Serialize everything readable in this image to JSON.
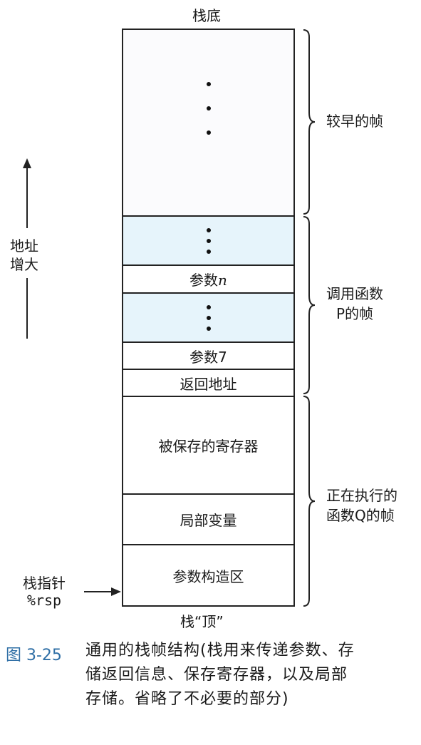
{
  "stack_labels": {
    "bottom": "栈底",
    "top": "栈“顶”",
    "address_growth_line1": "地址",
    "address_growth_line2": "增大",
    "stack_pointer_line1": "栈指针",
    "stack_pointer_line2": "%rsp"
  },
  "cells": {
    "arg_n_prefix": "参数",
    "arg_n_var": "n",
    "arg_7": "参数7",
    "return_address": "返回地址",
    "saved_registers": "被保存的寄存器",
    "local_variables": "局部变量",
    "argument_build_area": "参数构造区"
  },
  "braces": {
    "earlier_frames": "较早的帧",
    "caller_line1": "调用函数",
    "caller_line2": "P的帧",
    "current_line1": "正在执行的",
    "current_line2": "函数Q的帧"
  },
  "caption": {
    "label": "图 3-25",
    "line1": "通用的栈帧结构(栈用来传递参数、存",
    "line2": "储返回信息、保存寄存器，以及局部",
    "line3": "存储。省略了不必要的部分)"
  },
  "colors": {
    "caller_fill": "#e6f4fb",
    "caption_label": "#2f6fa6",
    "line": "#222222"
  }
}
